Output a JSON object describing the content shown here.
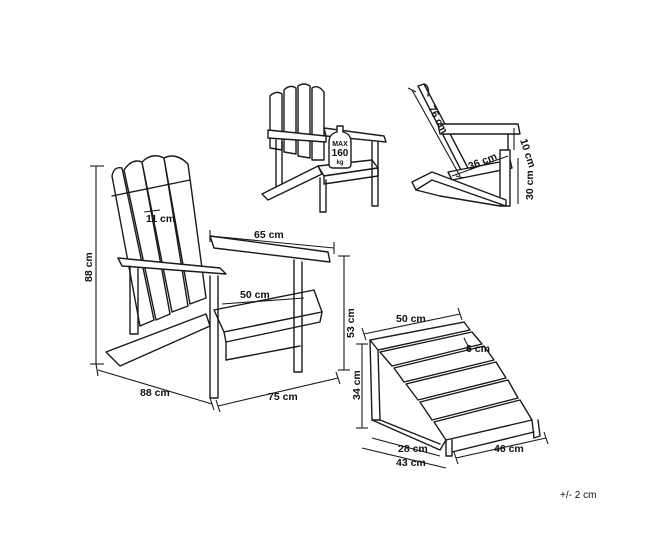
{
  "dimensions": {
    "chair_height": "88 cm",
    "chair_depth": "88 cm",
    "chair_width": "75 cm",
    "armrest_span": "65 cm",
    "seat_width": "50 cm",
    "seat_height": "53 cm",
    "slat_width": "11 cm",
    "back_length": "76 cm",
    "seat_depth": "36 cm",
    "armrest_rise": "10 cm",
    "seat_front_height": "30 cm",
    "stool_width": "50 cm",
    "stool_slat_gap": "6 cm",
    "stool_height": "34 cm",
    "stool_front_width": "28 cm",
    "stool_base_width": "43 cm",
    "stool_length": "46 cm"
  },
  "badge": {
    "line1": "MAX",
    "line2": "160",
    "line3": "kg"
  },
  "tolerance": "+/- 2 cm"
}
